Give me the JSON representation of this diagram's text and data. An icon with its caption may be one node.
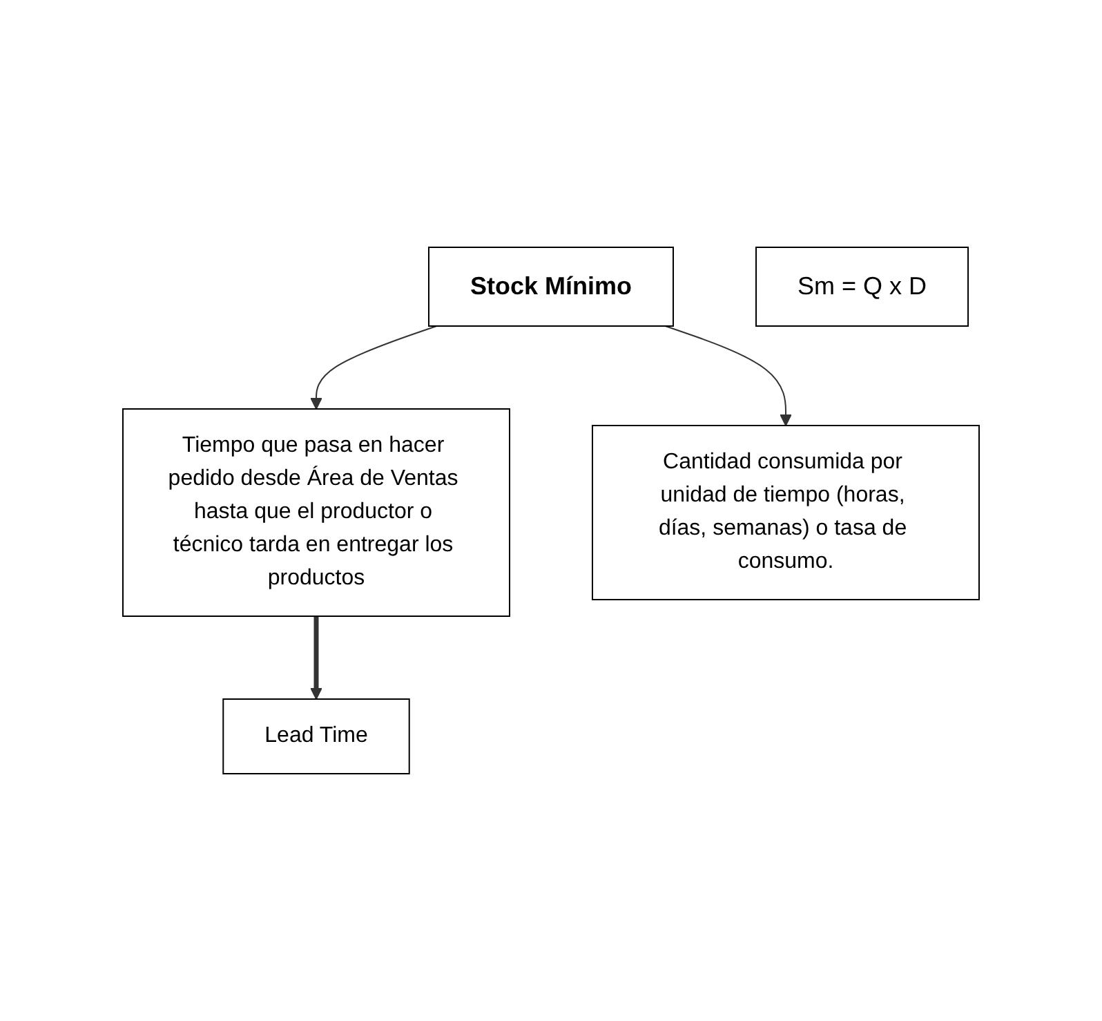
{
  "diagram": {
    "nodes": [
      {
        "text": [
          "Stock Mínimo"
        ]
      },
      {
        "text": [
          "Tiempo que pasa en hacer pedido desde Área de Ventas hasta que el productor o técnico tarda en entregar los productos"
        ]
      },
      {
        "text": [
          "Cantidad consumida por unidad de tiempo (horas, días, semanas) o tasa de consumo."
        ]
      },
      {
        "text": [
          "Lead Time"
        ]
      },
      {
        "text": [
          "Sm = Q x D"
        ]
      }
    ],
    "edges": [
      {
        "from": 0,
        "to": 1,
        "arrow": "to"
      },
      {
        "from": 0,
        "to": 2,
        "arrow": "to"
      },
      {
        "from": 1,
        "to": 3,
        "arrow": "to",
        "style": "thick"
      }
    ]
  }
}
